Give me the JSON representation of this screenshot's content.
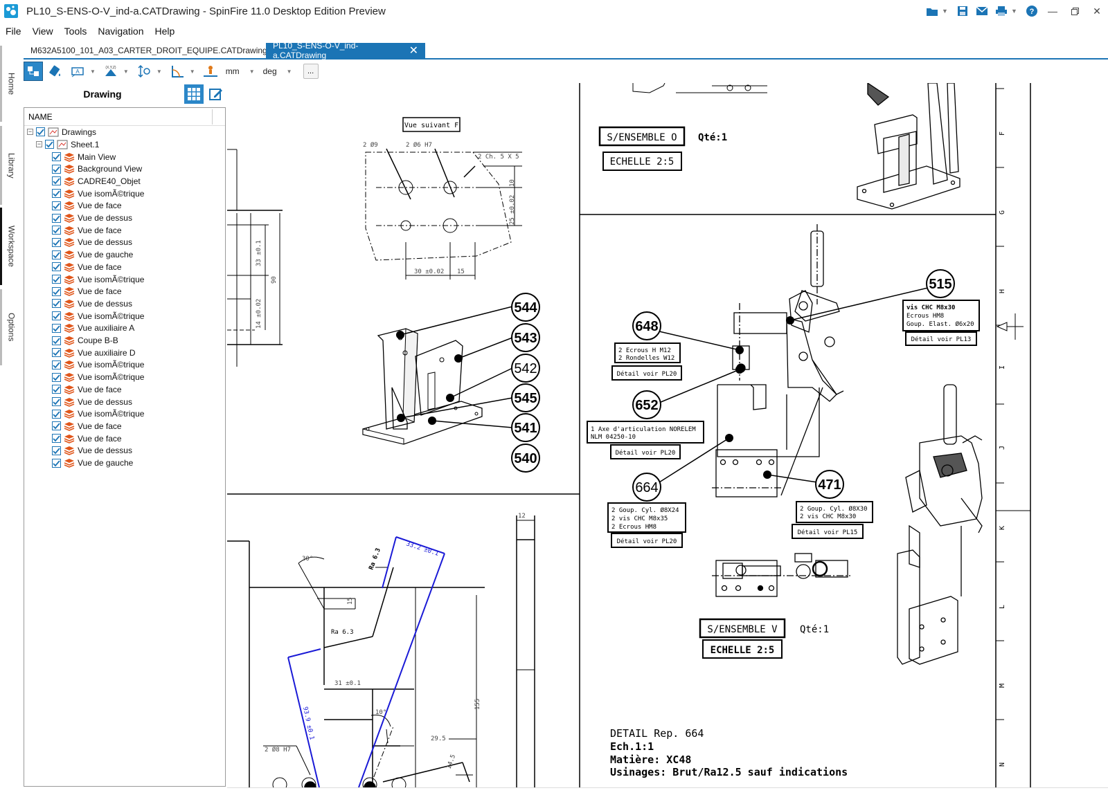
{
  "window": {
    "title": "PL10_S-ENS-O-V_ind-a.CATDrawing - SpinFire 11.0 Desktop Edition Preview",
    "icon": "spinfire-logo-icon",
    "controls": [
      "minimize-icon",
      "restore-icon",
      "close-icon"
    ]
  },
  "menu": [
    "File",
    "View",
    "Tools",
    "Navigation",
    "Help"
  ],
  "rail": [
    "Home",
    "Library",
    "Workspace",
    "Options"
  ],
  "rail_active": "Workspace",
  "tabs": [
    {
      "label": "M632A5100_101_A03_CARTER_DROIT_EQUIPE.CATDrawing",
      "active": false
    },
    {
      "label": "PL10_S-ENS-O-V_ind-a.CATDrawing",
      "active": true,
      "close": "✕"
    }
  ],
  "toolbar": {
    "length_unit": "mm",
    "angle_unit": "deg",
    "more": "..."
  },
  "panel": {
    "title": "Drawing",
    "column": "NAME",
    "root": "Drawings",
    "sheet": "Sheet.1",
    "items": [
      "Main View",
      "Background View",
      "CADRE40_Objet",
      "Vue isomÃ©trique",
      "Vue de face",
      "Vue de dessus",
      "Vue de face",
      "Vue de dessus",
      "Vue de gauche",
      "Vue de face",
      "Vue isomÃ©trique",
      "Vue de face",
      "Vue de dessus",
      "Vue isomÃ©trique",
      "Vue auxiliaire A",
      "Coupe B-B",
      "Vue auxiliaire D",
      "Vue isomÃ©trique",
      "Vue isomÃ©trique",
      "Vue de face",
      "Vue de dessus",
      "Vue isomÃ©trique",
      "Vue de face",
      "Vue de face",
      "Vue de dessus",
      "Vue de gauche"
    ]
  },
  "drawing": {
    "view_label": "Vue suivant F",
    "dims_top": [
      "2 Ø9",
      "2 Ø6 H7",
      "2 Ch. 5 X 5",
      "30 ±0.02",
      "15",
      "10",
      "25 ±0.02",
      "33 ±0.1",
      "90",
      "14 ±0.02"
    ],
    "bubbles_left": [
      "544",
      "543",
      "542",
      "545",
      "541",
      "540"
    ],
    "assembly_o": {
      "title": "S/ENSEMBLE O",
      "qty": "Qté:1",
      "scale": "ECHELLE 2:5"
    },
    "assembly_v": {
      "title": "S/ENSEMBLE V",
      "qty": "Qté:1",
      "scale": "ECHELLE 2:5"
    },
    "bubbles_right": [
      "515",
      "648",
      "652",
      "664",
      "471"
    ],
    "notes": [
      {
        "lines": [
          "vis CHC M8x30",
          "Ecrous HM8",
          "Goup. Elast. Ø6x20"
        ],
        "detail": "Détail voir PL13"
      },
      {
        "lines": [
          "2 Ecrous H M12",
          "2 Rondelles W12"
        ],
        "detail": "Détail voir PL20"
      },
      {
        "lines": [
          "1 Axe d'articulation NORELEM",
          "NLM 04250-10"
        ],
        "detail": "Détail voir PL20"
      },
      {
        "lines": [
          "2 Goup. Cyl. Ø8X24",
          "2 vis CHC M8x35",
          "2 Ecrous HM8"
        ],
        "detail": "Détail voir PL20"
      },
      {
        "lines": [
          "2 Goup. Cyl. Ø8X30",
          "2 vis CHC M8x30"
        ],
        "detail": "Détail voir PL15"
      }
    ],
    "dims_bottom": [
      "12",
      "30°",
      "33.2 ±0.1",
      "Ra 6.3",
      "15",
      "Ra 6.3",
      "31 ±0.1",
      "93.9 ±0.1",
      "10°",
      "29.5",
      "155",
      "2 Ø8 H7",
      "14.5"
    ],
    "detail_block": [
      "DETAIL Rep. 664",
      "Ech.1:1",
      "Matière: XC48",
      "Usinages: Brut/Ra12.5 sauf indications"
    ],
    "frame_letters": [
      "F",
      "G",
      "H",
      "I",
      "J",
      "K",
      "L",
      "M",
      "N"
    ],
    "dim_color": "#1a1ad6"
  }
}
